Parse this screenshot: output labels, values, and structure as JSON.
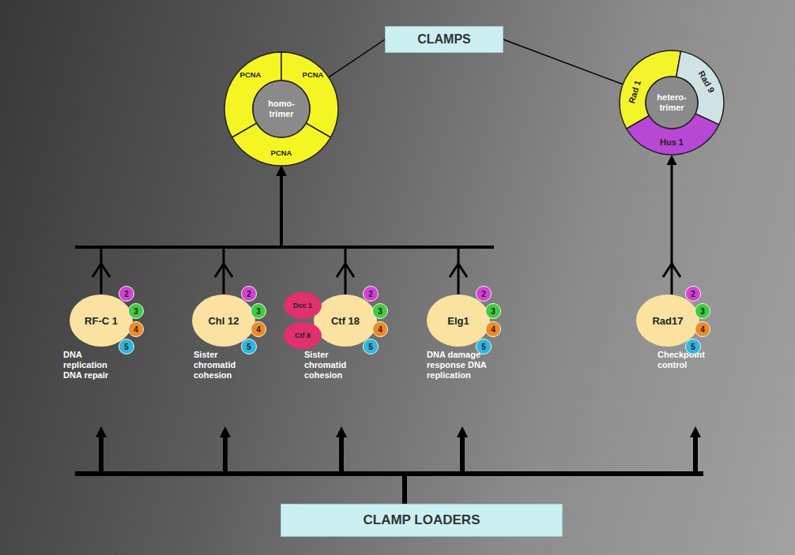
{
  "diagram": {
    "nodes": [
      {
        "text": [
          "CLAMPS"
        ]
      },
      {
        "text": [
          "homo- trimer"
        ]
      },
      {
        "text": [
          "PCNA"
        ],
        "in": 1
      },
      {
        "text": [
          "PCNA"
        ],
        "in": 1
      },
      {
        "text": [
          "PCNA"
        ],
        "in": 1
      },
      {
        "text": [
          "hetero- trimer"
        ]
      },
      {
        "text": [
          "Rad 1"
        ],
        "in": 5
      },
      {
        "text": [
          "Rad 9"
        ],
        "in": 5
      },
      {
        "text": [
          "Hus 1"
        ],
        "in": 5
      },
      {
        "text": [
          "RF-C 1",
          "DNA replication DNA repair"
        ]
      },
      {
        "text": [
          "2"
        ],
        "in": 9
      },
      {
        "text": [
          "3"
        ],
        "in": 9
      },
      {
        "text": [
          "4"
        ],
        "in": 9
      },
      {
        "text": [
          "5"
        ],
        "in": 9
      },
      {
        "text": [
          "Chl 12",
          "Sister chromatid cohesion"
        ]
      },
      {
        "text": [
          "2"
        ],
        "in": 14
      },
      {
        "text": [
          "3"
        ],
        "in": 14
      },
      {
        "text": [
          "4"
        ],
        "in": 14
      },
      {
        "text": [
          "5"
        ],
        "in": 14
      },
      {
        "text": [
          "Dcc 1"
        ]
      },
      {
        "text": [
          "Ctf 8"
        ]
      },
      {
        "text": [
          "Ctf 18",
          "Sister chromatid cohesion"
        ]
      },
      {
        "text": [
          "2"
        ],
        "in": 21
      },
      {
        "text": [
          "3"
        ],
        "in": 21
      },
      {
        "text": [
          "4"
        ],
        "in": 21
      },
      {
        "text": [
          "5"
        ],
        "in": 21
      },
      {
        "text": [
          "Elg1",
          "DNA damage response DNA replication"
        ]
      },
      {
        "text": [
          "2"
        ],
        "in": 26
      },
      {
        "text": [
          "3"
        ],
        "in": 26
      },
      {
        "text": [
          "4"
        ],
        "in": 26
      },
      {
        "text": [
          "5"
        ],
        "in": 26
      },
      {
        "text": [
          "Rad17",
          "Checkpoint control"
        ]
      },
      {
        "text": [
          "2"
        ],
        "in": 31
      },
      {
        "text": [
          "3"
        ],
        "in": 31
      },
      {
        "text": [
          "4"
        ],
        "in": 31
      },
      {
        "text": [
          "5"
        ],
        "in": 31
      },
      {
        "text": [
          "CLAMP LOADERS"
        ]
      }
    ],
    "edges": [
      {
        "from": 0,
        "to": 1,
        "arrow": "none"
      },
      {
        "from": 0,
        "to": 5,
        "arrow": "none"
      },
      {
        "from": 9,
        "to": 1,
        "arrow": "to"
      },
      {
        "from": 14,
        "to": 1,
        "arrow": "to"
      },
      {
        "from": 21,
        "to": 1,
        "arrow": "to"
      },
      {
        "from": 26,
        "to": 1,
        "arrow": "to"
      },
      {
        "from": 31,
        "to": 5,
        "arrow": "to"
      },
      {
        "from": 36,
        "to": 9,
        "arrow": "to"
      },
      {
        "from": 36,
        "to": 14,
        "arrow": "to"
      },
      {
        "from": 36,
        "to": 21,
        "arrow": "to"
      },
      {
        "from": 36,
        "to": 26,
        "arrow": "to"
      },
      {
        "from": 36,
        "to": 31,
        "arrow": "to"
      }
    ]
  }
}
